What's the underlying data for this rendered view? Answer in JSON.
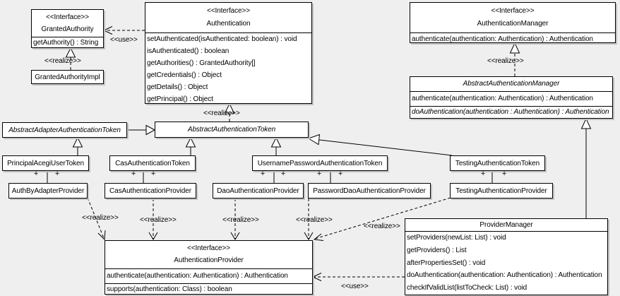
{
  "diagram": {
    "background": "#efefef",
    "box_fill": "#ffffff",
    "line_color": "#000000"
  },
  "labels": {
    "realize": "<<realize>>",
    "use": "<<use>>",
    "plus": "+"
  },
  "classes": {
    "granted_authority": {
      "stereotype": "<<Interface>>",
      "name": "GrantedAuthority",
      "members": [
        "getAuthority() : String"
      ]
    },
    "granted_authority_impl": {
      "name": "GrantedAuthorityImpl"
    },
    "authentication": {
      "stereotype": "<<Interface>>",
      "name": "Authentication",
      "members": [
        "setAuthenticated(isAuthenticated: boolean) : void",
        "isAuthenticated() : boolean",
        "getAuthorities() : GrantedAuthority[]",
        "getCredentials() : Object",
        "getDetails() : Object",
        "getPrincipal() : Object"
      ]
    },
    "authentication_manager": {
      "stereotype": "<<Interface>>",
      "name": "AuthenticationManager",
      "members": [
        "authenticate(authentication: Authentication) : Authentication"
      ]
    },
    "abstract_authentication_manager": {
      "name": "AbstractAuthenticationManager",
      "members": [
        "authenticate(authentication: Authentication) : Authentication",
        "doAuthentication(authentication : Authentication) : Authentication"
      ]
    },
    "abstract_adapter_authentication_token": {
      "name": "AbstractAdapterAuthenticationToken"
    },
    "abstract_authentication_token": {
      "name": "AbstractAuthenticationToken"
    },
    "principal_acegi_user_token": {
      "name": "PrincipalAcegiUserToken"
    },
    "cas_authentication_token": {
      "name": "CasAuthenticationToken"
    },
    "username_password_authentication_token": {
      "name": "UsernamePasswordAuthenticationToken"
    },
    "testing_authentication_token": {
      "name": "TestingAuthenticationToken"
    },
    "auth_by_adapter_provider": {
      "name": "AuthByAdapterProvider"
    },
    "cas_authentication_provider": {
      "name": "CasAuthenticationProvider"
    },
    "dao_authentication_provider": {
      "name": "DaoAuthenticationProvider"
    },
    "password_dao_authentication_provider": {
      "name": "PasswordDaoAuthenticationProvider"
    },
    "testing_authentication_provider": {
      "name": "TestingAuthenticationProvider"
    },
    "authentication_provider": {
      "stereotype": "<<Interface>>",
      "name": "AuthenticationProvider",
      "members": [
        "authenticate(authentication: Authentication) : Authentication",
        "supports(authentication: Class) : boolean"
      ]
    },
    "provider_manager": {
      "name": "ProviderManager",
      "members": [
        "setProviders(newList: List) : void",
        "getProviders() : List",
        "afterPropertiesSet() : void",
        "doAuthentication(authentication: Authentication) : Authentication",
        "checkIfValidList(listToCheck: List) : void"
      ]
    }
  }
}
